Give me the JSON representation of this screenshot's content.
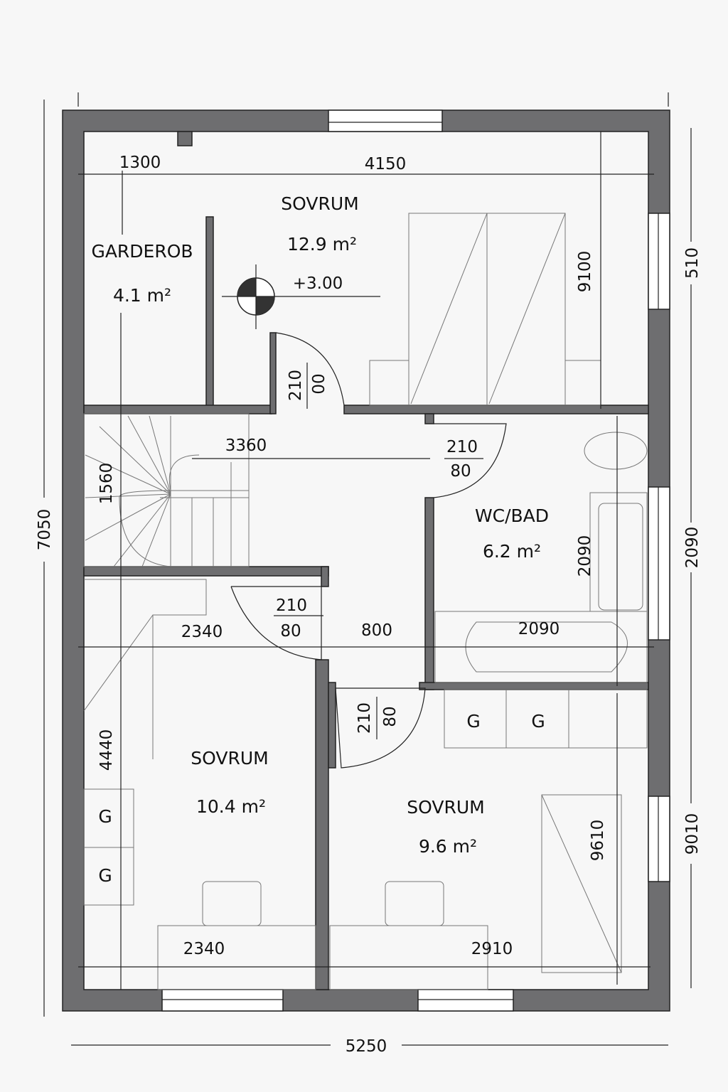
{
  "rooms": {
    "bedroom_top": {
      "name": "SOVRUM",
      "area": "12.9 m²",
      "level": "+3.00"
    },
    "closet": {
      "name": "GARDEROB",
      "area": "4.1 m²"
    },
    "bath": {
      "name": "WC/BAD",
      "area": "6.2 m²"
    },
    "bedroom_left": {
      "name": "SOVRUM",
      "area": "10.4 m²"
    },
    "bedroom_right": {
      "name": "SOVRUM",
      "area": "9.6 m²"
    }
  },
  "storage": {
    "g": "G"
  },
  "dimensions": {
    "top_a": "1300",
    "top_b": "4150",
    "hall": "3360",
    "stair": "1560",
    "left_total": "7050",
    "bottom_total": "5250",
    "mid_a": "2340",
    "mid_b": "800",
    "mid_c": "2090",
    "bottom_a": "2340",
    "bottom_b": "2910",
    "inner_top_right": "9100",
    "inner_bath": "2090",
    "inner_bottom_right": "9610",
    "inner_left": "4440",
    "right_a": "510",
    "right_b": "2090",
    "right_c": "9010"
  },
  "doors": {
    "d1_h": "210",
    "d1_w": "00",
    "d2_h": "210",
    "d2_w": "80",
    "d3_h": "210",
    "d3_w": "80",
    "d4_h": "210",
    "d4_w": "80"
  }
}
